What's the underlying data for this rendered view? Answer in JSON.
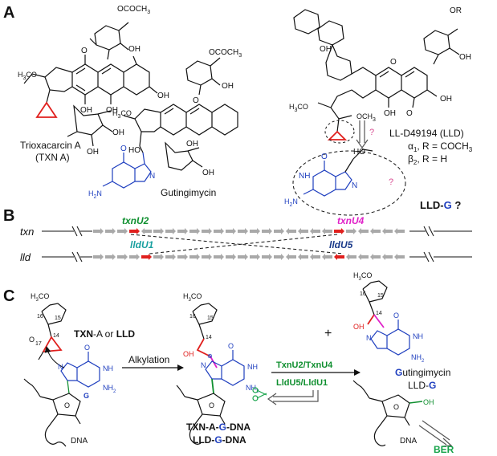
{
  "panels": {
    "a": "A",
    "b": "B",
    "c": "C"
  },
  "colors": {
    "black": "#111111",
    "red": "#e0201e",
    "blue": "#1f3fbf",
    "darkblue": "#1a3a8a",
    "magenta": "#e020c8",
    "green": "#0f8f2f",
    "teal": "#1aa0a0",
    "pink": "#d94f93",
    "gray": "#a9a9a9",
    "darkgreen": "#16a34a"
  },
  "panelA": {
    "txn_name": "Trioxacarcin A",
    "txn_abbr": "(TXN A)",
    "gut_name": "Gutingimycin",
    "lld_name": "LL-D49194 (LLD)",
    "lld_alpha": "α",
    "alpha_sub": "1",
    "alpha_r": ", R = COCH",
    "alpha_r_sub": "3",
    "lld_beta": "β",
    "beta_sub": "2",
    "beta_r": ", R = H",
    "lldg_prefix": "LLD-",
    "lldg_g": "G",
    "lldg_suffix": " ?",
    "question": "?",
    "ococh3": "OCOCH",
    "ococh3_sub": "3",
    "or": "OR",
    "oh": "OH",
    "o": "O",
    "h3co": "H",
    "h3co_sub": "3",
    "h3co_rest": "CO",
    "och3": "OCH",
    "och3_sub": "3",
    "ho": "HO",
    "h2n": "H",
    "h2n_sub": "2",
    "h2n_rest": "N",
    "n": "N",
    "nh": "NH"
  },
  "panelB": {
    "txn_label": "txn",
    "lld_label": "lld",
    "txnU2": "txnU2",
    "txnU4": "txnU4",
    "lldU1": "lldU1",
    "lldU5": "lldU5"
  },
  "panelC": {
    "reactant": "TXN",
    "reactant_a": "-A or ",
    "reactant_lld": "LLD",
    "g": "G",
    "alkylation": "Alkylation",
    "enzymes_top": "TxnU2/TxnU4",
    "enzymes_bottom": "LldU5/LldU1",
    "plus": "+",
    "gut_g": "G",
    "gut_rest": "utingimycin",
    "lldg": "LLD-",
    "lldg_g": "G",
    "dna": "DNA",
    "txn_g_dna_1": "TXN",
    "txn_g_dna_2": "-A-",
    "txn_g_dna_3": "G",
    "txn_g_dna_4": "-DNA",
    "lld_g_dna_1": "LLD-",
    "lld_g_dna_2": "G",
    "lld_g_dna_3": "-DNA",
    "ber": "BER",
    "n16": "16",
    "n15": "15",
    "n14": "14",
    "n17": "17",
    "oh": "OH",
    "o": "O",
    "n": "N",
    "nh": "NH",
    "nh2": "NH",
    "nh2_sub": "2",
    "h3co": "H",
    "h3co_sub": "3",
    "h3co_rest": "CO",
    "plus_charge": "⊕"
  }
}
